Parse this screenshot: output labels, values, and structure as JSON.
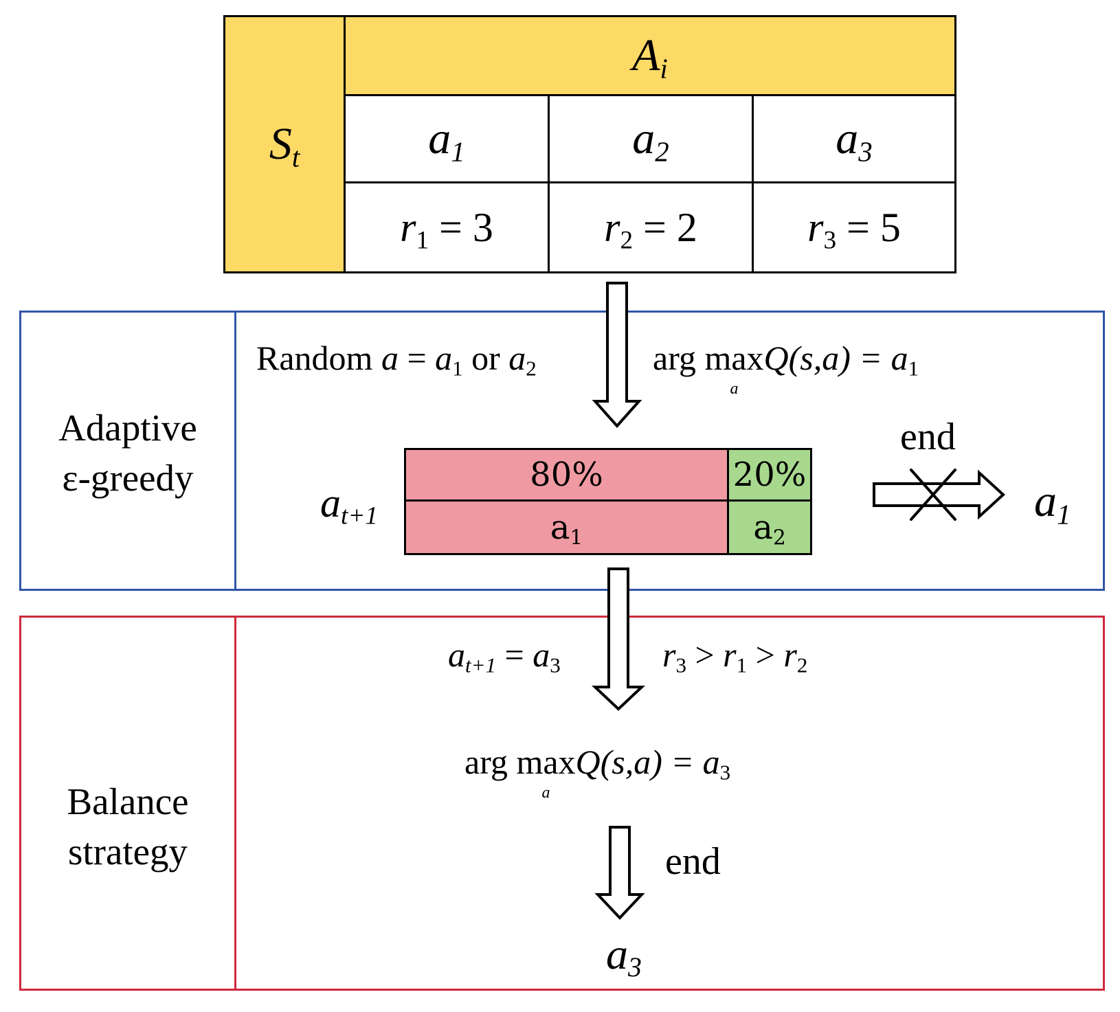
{
  "table": {
    "state": {
      "base": "S",
      "sub": "t"
    },
    "actions_header": {
      "base": "A",
      "sub": "i"
    },
    "actions": [
      {
        "base": "a",
        "sub": "1"
      },
      {
        "base": "a",
        "sub": "2"
      },
      {
        "base": "a",
        "sub": "3"
      }
    ],
    "rewards": [
      {
        "base": "r",
        "sub": "1",
        "value": "= 3"
      },
      {
        "base": "r",
        "sub": "2",
        "value": "= 2"
      },
      {
        "base": "r",
        "sub": "3",
        "value": "= 5"
      }
    ]
  },
  "colors": {
    "table_yellow": "#fdd966",
    "adaptive_border": "#2f55a8",
    "balance_border": "#d0283c",
    "bar_red": "#ef9aa2",
    "bar_green": "#a8d88e"
  },
  "adaptive": {
    "label_line1": "Adaptive",
    "label_line2": "ε-greedy",
    "random_text": "Random",
    "random_a": "a",
    "random_eq": " = ",
    "random_a1": "a",
    "random_a1_sub": "1",
    "random_or": " or ",
    "random_a2": "a",
    "random_a2_sub": "2",
    "argmax_arg": "arg",
    "argmax_max": "max",
    "argmax_under": "a",
    "argmax_q": "Q(s,a) = ",
    "argmax_res": "a",
    "argmax_res_sub": "1",
    "next_label": "a",
    "next_label_sub": "t+1",
    "bar": {
      "top": [
        {
          "label": "80%",
          "share": 0.8
        },
        {
          "label": "20%",
          "share": 0.2
        }
      ],
      "bottom": [
        {
          "label": "a",
          "sub": "1"
        },
        {
          "label": "a",
          "sub": "2"
        }
      ]
    },
    "end_label": "end",
    "result": "a",
    "result_sub": "1"
  },
  "balance": {
    "label_line1": "Balance",
    "label_line2": "strategy",
    "next_lhs": "a",
    "next_lhs_sub": "t+1",
    "next_eq": " = ",
    "next_rhs": "a",
    "next_rhs_sub": "3",
    "order_r3": "r",
    "order_r3_sub": "3",
    "order_gt": " > ",
    "order_r1": "r",
    "order_r1_sub": "1",
    "order_r2": "r",
    "order_r2_sub": "2",
    "argmax_arg": "arg",
    "argmax_max": "max",
    "argmax_under": "a",
    "argmax_q": "Q(s,a) = ",
    "argmax_res": "a",
    "argmax_res_sub": "3",
    "end_label": "end",
    "result": "a",
    "result_sub": "3"
  }
}
